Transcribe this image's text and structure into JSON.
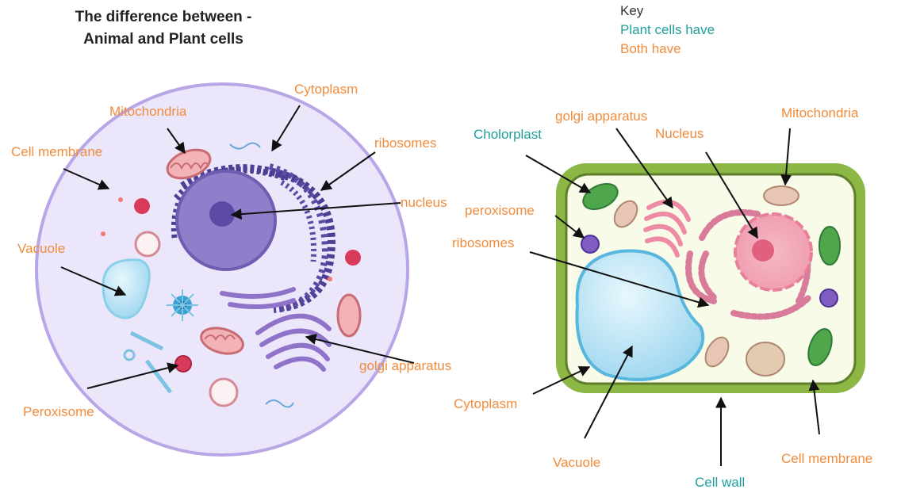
{
  "title": {
    "line1": "The difference between -",
    "line2": "Animal and Plant cells"
  },
  "key": {
    "heading": "Key",
    "plant_only": "Plant cells have",
    "both": "Both have"
  },
  "colors": {
    "plant_only": "#1f9e9e",
    "both": "#f08c3c",
    "animal_membrane": "#b9a6e6",
    "animal_cytoplasm": "#ece6fb",
    "plant_wall": "#8db744",
    "plant_cytoplasm": "#f7fbe8",
    "vacuole": "#bfe6f6",
    "nucleus_animal": "#8f7ec9",
    "nucleus_plant": "#f3a7b6"
  },
  "animal_labels": {
    "cytoplasm": "Cytoplasm",
    "mitochondria": "Mitochondria",
    "ribosomes": "ribosomes",
    "cell_membrane": "Cell membrane",
    "nucleus": "nucleus",
    "vacuole": "Vacuole",
    "golgi": "golgi apparatus",
    "peroxisome": "Peroxisome"
  },
  "plant_labels": {
    "golgi": "golgi apparatus",
    "mitochondria": "Mitochondria",
    "chloroplast": "Cholorplast",
    "nucleus": "Nucleus",
    "peroxisome": "peroxisome",
    "ribosomes": "ribosomes",
    "cytoplasm": "Cytoplasm",
    "vacuole": "Vacuole",
    "cell_wall": "Cell wall",
    "cell_membrane": "Cell membrane"
  }
}
